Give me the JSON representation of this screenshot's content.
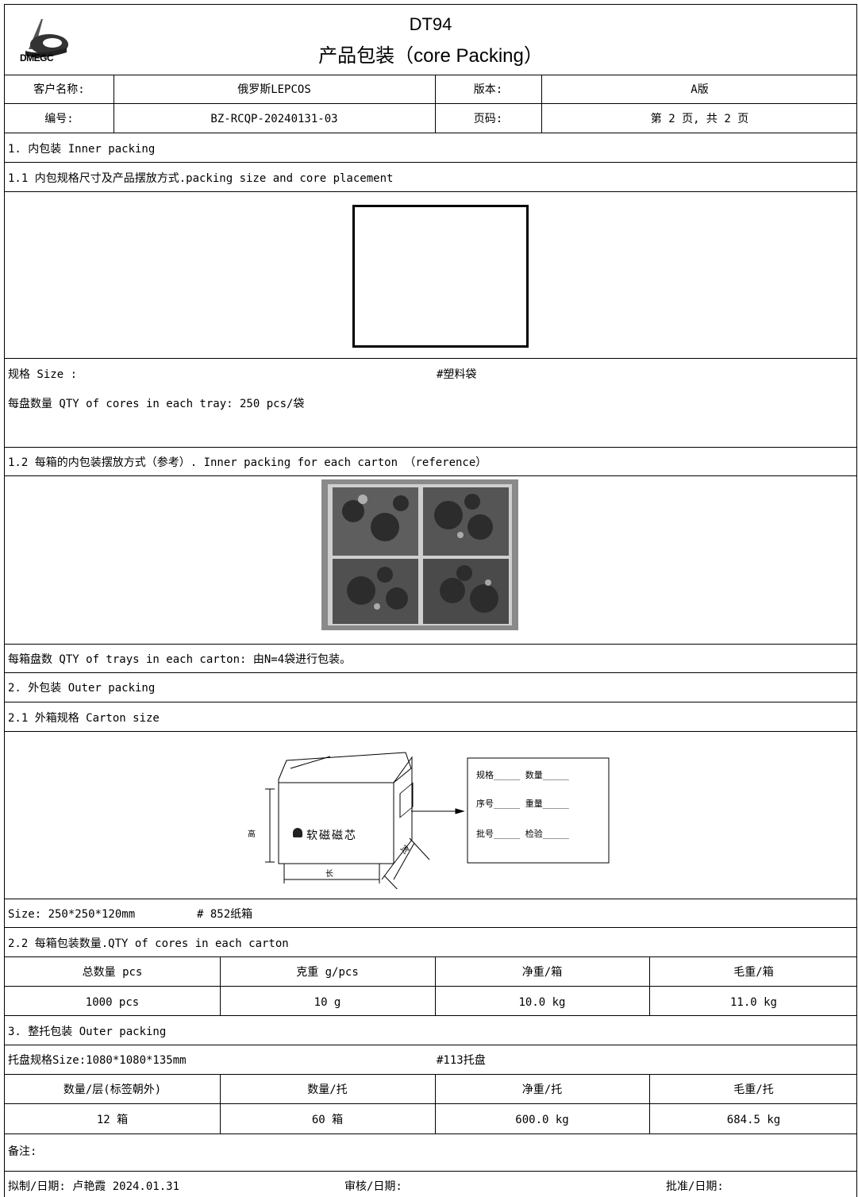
{
  "header": {
    "logo_text": "DMEGC",
    "model": "DT94",
    "title": "产品包装（core Packing）"
  },
  "info": {
    "customer_label": "客户名称:",
    "customer_value": "俄罗斯LEPCOS",
    "version_label": "版本:",
    "version_value": "A版",
    "code_label": "编号:",
    "code_value": "BZ-RCQP-20240131-03",
    "page_label": "页码:",
    "page_value": "第 2 页, 共 2 页"
  },
  "section1": {
    "heading": "1.  内包装  Inner packing",
    "sub1": "1.1 内包规格尺寸及产品摆放方式.packing size and core placement",
    "size_label": "规格 Size :",
    "size_note": "#塑料袋",
    "qty_tray": "每盘数量 QTY of cores in each tray: 250 pcs/袋",
    "sub2": "1.2 每箱的内包装摆放方式（参考）. Inner packing for each carton （reference）",
    "qty_carton": "每箱盘数  QTY of trays in each carton:  由N=4袋进行包装。"
  },
  "section2": {
    "heading": "2.  外包装 Outer packing",
    "sub1": "2.1 外箱规格 Carton size",
    "carton_brand": "软磁磁芯",
    "label_lines": [
      "规格_____ 数量_____",
      "序号_____ 重量_____",
      "批号_____ 检验_____"
    ],
    "dim_height": "高",
    "dim_length": "长",
    "dim_width": "宽",
    "size_text": "Size: 250*250*120mm",
    "size_note": "# 852纸箱",
    "sub2": "2.2 每箱包装数量.QTY of cores in each carton",
    "table_headers": [
      "总数量 pcs",
      "克重 g/pcs",
      "净重/箱",
      "毛重/箱"
    ],
    "table_values": [
      "1000 pcs",
      "10 g",
      "10.0 kg",
      "11.0 kg"
    ]
  },
  "section3": {
    "heading": "3.  整托包装 Outer packing",
    "pallet_size": "托盘规格Size:1080*1080*135mm",
    "pallet_note": "#113托盘",
    "table_headers": [
      "数量/层(标签朝外)",
      "数量/托",
      "净重/托",
      "毛重/托"
    ],
    "table_values": [
      "12 箱",
      "60 箱",
      "600.0 kg",
      "684.5 kg"
    ]
  },
  "footer": {
    "remarks": "备注:",
    "drafted": "拟制/日期: 卢艳霞 2024.01.31",
    "reviewed": "审核/日期:",
    "approved": "批准/日期:"
  }
}
